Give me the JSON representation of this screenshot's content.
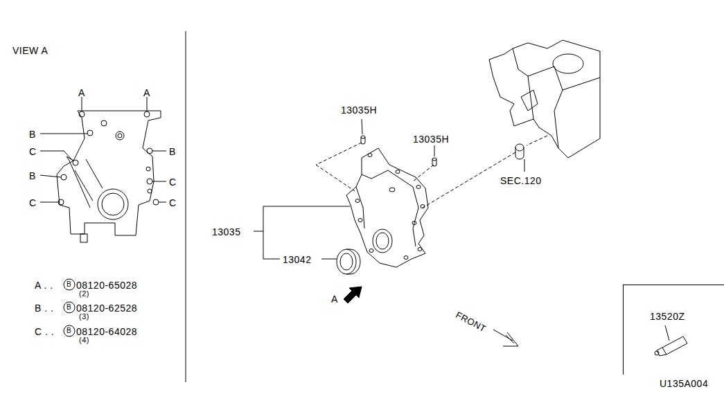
{
  "diagram": {
    "nodes": [
      {
        "text": [
          "13520Z"
        ]
      }
    ],
    "labels": [
      "VIEW A",
      "A",
      "A",
      "B",
      "C",
      "B",
      "B",
      "C",
      "C",
      "C",
      "A . .",
      "B",
      "08120-65028",
      "(2)",
      "B . .",
      "B",
      "08120-62528",
      "(3)",
      "C . .",
      "B",
      "08120-64028",
      "(4)",
      "13035H",
      "13035H",
      "SEC.120",
      "13035",
      "13042",
      "A",
      "FRONT",
      "U135A004"
    ]
  }
}
